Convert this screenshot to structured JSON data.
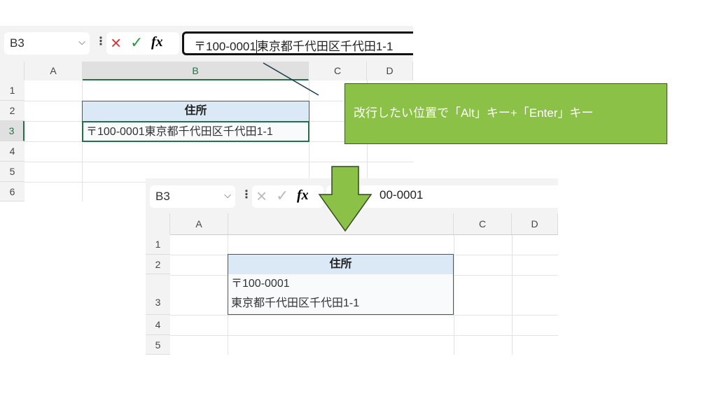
{
  "before": {
    "name_box": "B3",
    "formula_part1": "〒100-0001",
    "formula_part2": "東京都千代田区千代田1-1",
    "columns": [
      "A",
      "B",
      "C",
      "D"
    ],
    "rows": [
      "1",
      "2",
      "3",
      "4",
      "5",
      "6"
    ],
    "header_cell": "住所",
    "value_cell": "〒100-0001東京都千代田区千代田1-1"
  },
  "callout": {
    "text": "改行したい位置で「Alt」キー+「Enter」キー",
    "color": "#8bc146"
  },
  "after": {
    "name_box": "B3",
    "formula_visible": "00-0001",
    "columns": [
      "A",
      "C",
      "D"
    ],
    "rows": [
      "1",
      "2",
      "3",
      "4",
      "5"
    ],
    "header_cell": "住所",
    "value_line1": "〒100-0001",
    "value_line2": "東京都千代田区千代田1-1"
  },
  "icons": {
    "cancel": "×",
    "enter": "✓",
    "fx": "fx",
    "chevron": "⌄"
  }
}
